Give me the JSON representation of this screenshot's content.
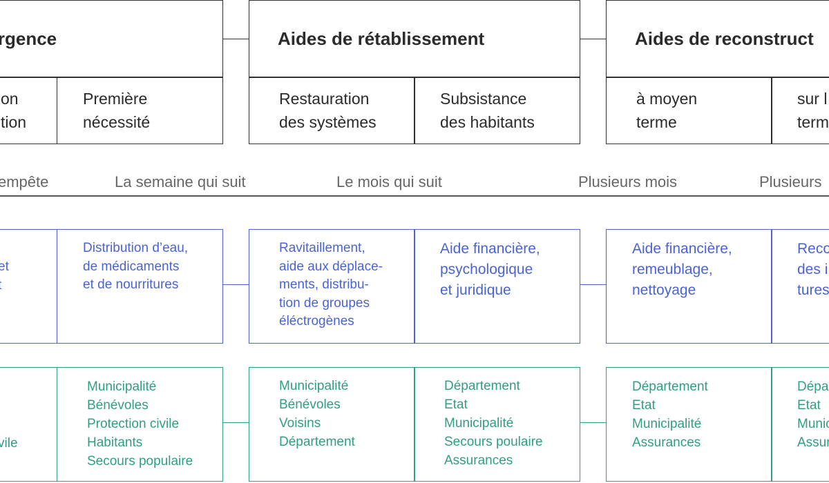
{
  "colors": {
    "black": "#2d2d2d",
    "blue": "#4a63d6",
    "green": "#2f9e82",
    "grey": "#666666"
  },
  "phases": [
    {
      "title": "urgence",
      "subs": [
        "on\ntion",
        "Première\nnécessité"
      ]
    },
    {
      "title": "Aides de rétablissement",
      "subs": [
        "Restauration\ndes systèmes",
        "Subsistance\ndes habitants"
      ]
    },
    {
      "title": "Aides de reconstruct",
      "subs": [
        "à moyen\nterme",
        "sur l\nterm"
      ]
    }
  ],
  "timeline": [
    "empête",
    "La semaine qui suit",
    "Le mois qui suit",
    "Plusieurs mois",
    "Plusieurs"
  ],
  "aids": [
    "et\nt",
    "Distribution d’eau,\nde médicaments\net de nourritures",
    "Ravitaillement,\naide aux déplace-\nments, distribu-\ntion de groupes\néléctrogènes",
    "Aide financière,\npsychologique\net juridique",
    "Aide financière,\nremeublage,\nnettoyage",
    "Reco\ndes i\ntures"
  ],
  "actors": [
    "\n\n\nvile",
    "Municipalité\nBénévoles\nProtection civile\nHabitants\nSecours populaire",
    "Municipalité\nBénévoles\nVoisins\nDépartement",
    "Département\nEtat\nMunicipalité\nSecours poulaire\nAssurances",
    "Département\nEtat\nMunicipalité\nAssurances",
    "Dépa\nEtat\nMunic\nAssur"
  ]
}
